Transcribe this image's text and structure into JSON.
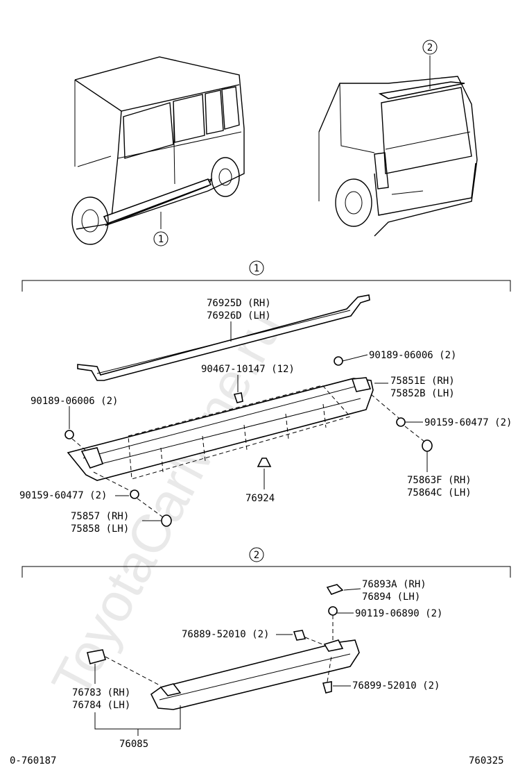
{
  "watermark": "ToyotaCarMine.ru",
  "callouts": {
    "one": "1",
    "two": "2"
  },
  "section1": {
    "rocker_molding": [
      "76925D (RH)",
      "76926D (LH)"
    ],
    "clip_top": "90467-10147 (12)",
    "screw_right": "90189-06006 (2)",
    "screw_left": "90189-06006 (2)",
    "panel": [
      "75851E (RH)",
      "75852B (LH)"
    ],
    "bolt_right": "90159-60477 (2)",
    "cap_right": [
      "75863F (RH)",
      "75864C (LH)"
    ],
    "grommet": "76924",
    "bolt_left": "90159-60477 (2)",
    "cap_left": [
      "75857 (RH)",
      "75858 (LH)"
    ]
  },
  "section2": {
    "cover": [
      "76893A (RH)",
      "76894  (LH)"
    ],
    "screw": "90119-06890 (2)",
    "nut": "76889-52010 (2)",
    "clip": "76899-52010 (2)",
    "end_cap": [
      "76783 (RH)",
      "76784 (LH)"
    ],
    "assembly": "76085"
  },
  "footer": {
    "left_code": "0-760187",
    "right_code": "760325"
  }
}
